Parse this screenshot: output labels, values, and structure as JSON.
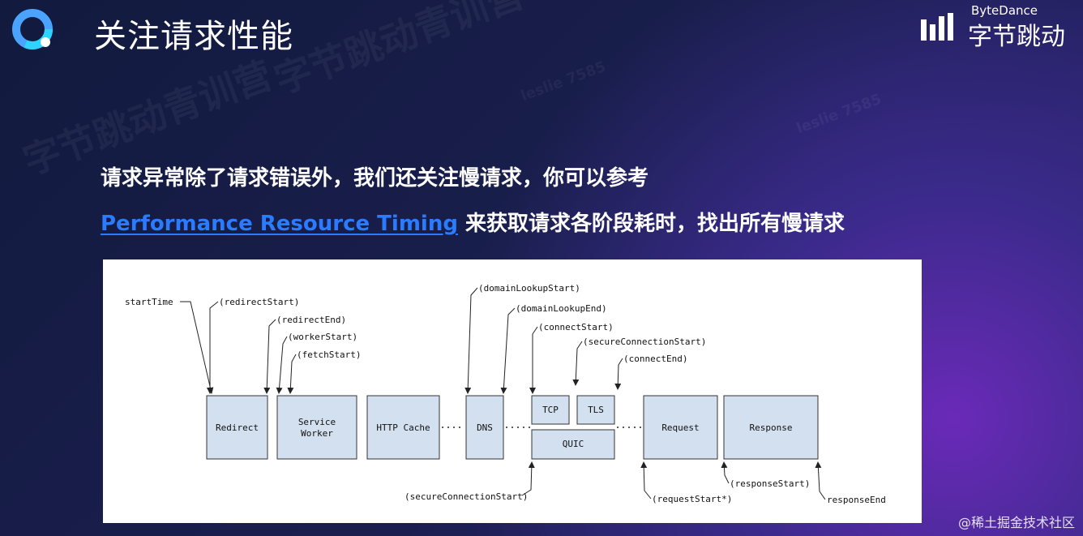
{
  "header": {
    "title": "关注请求性能",
    "brand_small": "ByteDance",
    "brand_big": "字节跳动"
  },
  "intro": {
    "line1": "请求异常除了请求错误外，我们还关注慢请求，你可以参考",
    "link": "Performance Resource Timing",
    "line2_rest": " 来获取请求各阶段耗时，找出所有慢请求"
  },
  "diagram": {
    "boxes": {
      "redirect": "Redirect",
      "sw_line1": "Service",
      "sw_line2": "Worker",
      "http_cache": "HTTP Cache",
      "dns": "DNS",
      "tcp": "TCP",
      "tls": "TLS",
      "quic": "QUIC",
      "request": "Request",
      "response": "Response"
    },
    "labels": {
      "startTime": "startTime",
      "redirectStart": "(redirectStart)",
      "redirectEnd": "(redirectEnd)",
      "workerStart": "(workerStart)",
      "fetchStart": "(fetchStart)",
      "domainLookupStart": "(domainLookupStart)",
      "domainLookupEnd": "(domainLookupEnd)",
      "connectStart": "(connectStart)",
      "secureConnectionStart_top": "(secureConnectionStart)",
      "connectEnd": "(connectEnd)",
      "secureConnectionStart_bottom": "(secureConnectionStart)",
      "requestStart": "(requestStart*)",
      "responseStart": "(responseStart)",
      "responseEnd": "responseEnd"
    }
  },
  "watermarks": {
    "brand": "字节跳动青训营",
    "user": "leslie 7585"
  },
  "footer": {
    "source": "@稀土掘金技术社区"
  }
}
